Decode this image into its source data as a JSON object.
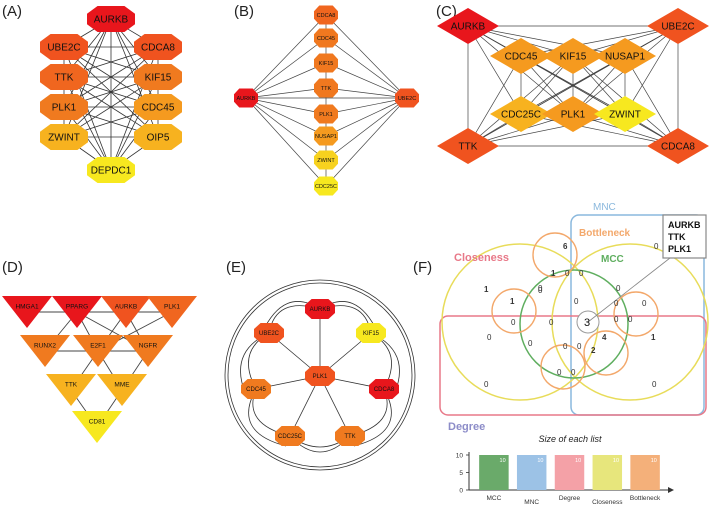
{
  "panels": {
    "A": {
      "label": "(A)",
      "nodes": [
        "AURKB",
        "UBE2C",
        "CDCA8",
        "TTK",
        "KIF15",
        "PLK1",
        "CDC45",
        "ZWINT",
        "OIP5",
        "DEPDC1"
      ],
      "colors": [
        "#e8161c",
        "#f0531f",
        "#f0531f",
        "#f0661f",
        "#f07a1f",
        "#f07a1f",
        "#f59a1f",
        "#f7b21f",
        "#f7b21f",
        "#f7e81f"
      ]
    },
    "B": {
      "label": "(B)",
      "nodes": [
        "CDCA8",
        "CDC45",
        "KIF15",
        "TTK",
        "PLK1",
        "NUSAP1",
        "ZWINT",
        "CDC25C",
        "AURKB",
        "UBE2C"
      ],
      "colors": [
        "#f0661f",
        "#f0781f",
        "#f0781f",
        "#f0781f",
        "#f07a1f",
        "#f59a1f",
        "#f7d21f",
        "#f7e81f",
        "#e8161c",
        "#f0531f"
      ]
    },
    "C": {
      "label": "(C)",
      "nodes": [
        "AURKB",
        "UBE2C",
        "CDC45",
        "KIF15",
        "NUSAP1",
        "CDC25C",
        "PLK1",
        "ZWINT",
        "TTK",
        "CDCA8"
      ],
      "colors": [
        "#e8161c",
        "#f0531f",
        "#f59a1f",
        "#f59a1f",
        "#f59a1f",
        "#f7b21f",
        "#f59a1f",
        "#f7e81f",
        "#f0531f",
        "#f0531f"
      ]
    },
    "D": {
      "label": "(D)",
      "nodes": [
        "HMGA1",
        "PPARG",
        "AURKB",
        "PLK1",
        "RUNX2",
        "E2F1",
        "NGFR",
        "TTK",
        "MME",
        "CD81"
      ],
      "colors": [
        "#e8161c",
        "#e8161c",
        "#f0531f",
        "#f0661f",
        "#f07a1f",
        "#f07a1f",
        "#f07a1f",
        "#f7b21f",
        "#f7b21f",
        "#f7e81f"
      ]
    },
    "E": {
      "label": "(E)",
      "nodes": [
        "AURKB",
        "UBE2C",
        "KIF15",
        "PLK1",
        "CDC45",
        "CDCA8",
        "CDC25C",
        "TTK"
      ],
      "colors": [
        "#e8161c",
        "#f0531f",
        "#f7e81f",
        "#f0531f",
        "#f07a1f",
        "#e8161c",
        "#f07a1f",
        "#f07a1f"
      ]
    },
    "F": {
      "label": "(F)",
      "sets": {
        "mnc": "MNC",
        "bottleneck": "Bottleneck",
        "mcc": "MCC",
        "closeness": "Closeness",
        "degree": "Degree"
      },
      "set_colors": {
        "mnc": "#8ab8dd",
        "bottleneck": "#f3a86b",
        "mcc": "#5fae5f",
        "closeness": "#e8dc5a",
        "degree": "#e87888"
      },
      "counts": [
        "6",
        "0",
        "1",
        "1",
        "0",
        "0",
        "0",
        "0",
        "1",
        "0",
        "0",
        "0",
        "0",
        "0",
        "0",
        "0",
        "0",
        "0",
        "0",
        "0",
        "2",
        "4",
        "0",
        "0",
        "1",
        "0",
        "0",
        "0",
        "3"
      ],
      "callout": [
        "AURKB",
        "TTK",
        "PLK1"
      ],
      "bar_chart_title": "Size of each list"
    }
  },
  "chart_data": {
    "type": "bar",
    "title": "Size of each list",
    "categories": [
      "MCC",
      "MNC",
      "Degree",
      "Closeness",
      "Bottleneck"
    ],
    "values": [
      10,
      10,
      10,
      10,
      10
    ],
    "colors": [
      "#6aaa6a",
      "#9cc2e6",
      "#f4a1a7",
      "#e7e67c",
      "#f4b07a"
    ],
    "ylim": [
      0,
      10
    ],
    "yticks": [
      0,
      5,
      10
    ]
  }
}
